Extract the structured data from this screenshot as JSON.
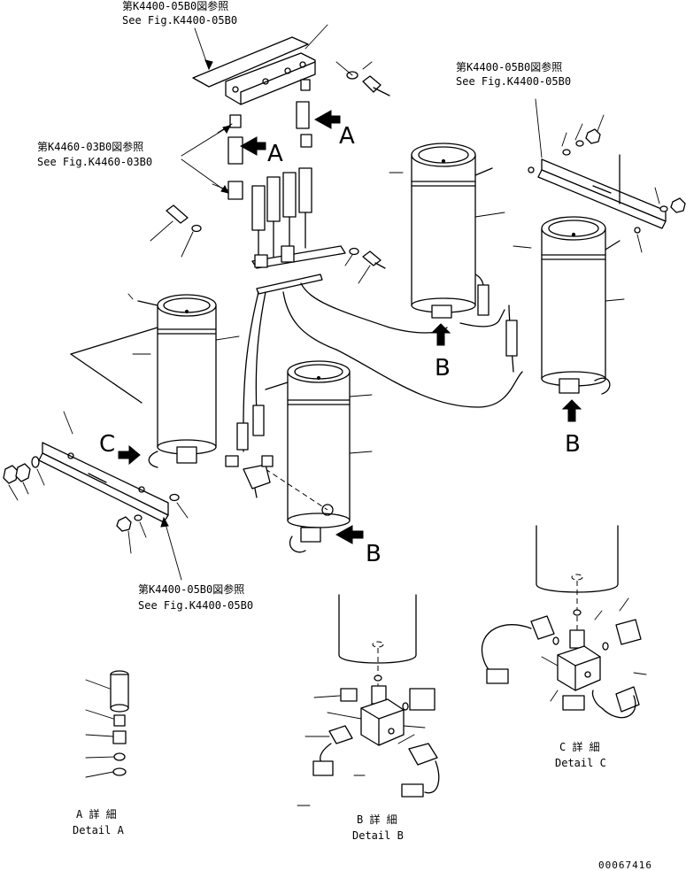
{
  "refs": {
    "top_left": {
      "jp": "第K4400-05B0図参照",
      "en": "See Fig.K4400-05B0"
    },
    "top_right": {
      "jp": "第K4400-05B0図参照",
      "en": "See Fig.K4400-05B0"
    },
    "mid_left": {
      "jp": "第K4460-03B0図参照",
      "en": "See Fig.K4460-03B0"
    },
    "bottom": {
      "jp": "第K4400-05B0図参照",
      "en": "See Fig.K4400-05B0"
    }
  },
  "markers": {
    "a1": "A",
    "a2": "A",
    "b1": "B",
    "b2": "B",
    "b3": "B",
    "c1": "C"
  },
  "details": {
    "a": {
      "jp": "A 詳 細",
      "en": "Detail A"
    },
    "b": {
      "jp": "B 詳 細",
      "en": "Detail B"
    },
    "c": {
      "jp": "C 詳 細",
      "en": "Detail C"
    }
  },
  "drawing_number": "00067416"
}
